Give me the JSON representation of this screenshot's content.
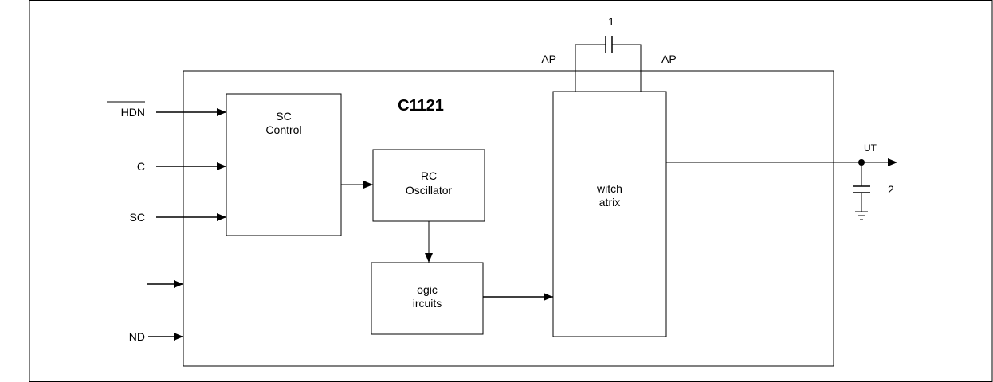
{
  "chip": {
    "name": "C1121"
  },
  "pins": {
    "shdn": "HDN",
    "c": "C",
    "sc": "SC",
    "gnd": "ND",
    "cap_left": "AP",
    "cap_right": "AP",
    "out": "UT"
  },
  "blocks": {
    "sc_control": {
      "line1": "SC",
      "line2": "Control"
    },
    "rc_osc": {
      "line1": "RC",
      "line2": "Oscillator"
    },
    "logic": {
      "line1": "ogic",
      "line2": "ircuits"
    },
    "switch": {
      "line1": "witch",
      "line2": "atrix"
    }
  },
  "components": {
    "cap1": "1",
    "cap2": "2"
  }
}
